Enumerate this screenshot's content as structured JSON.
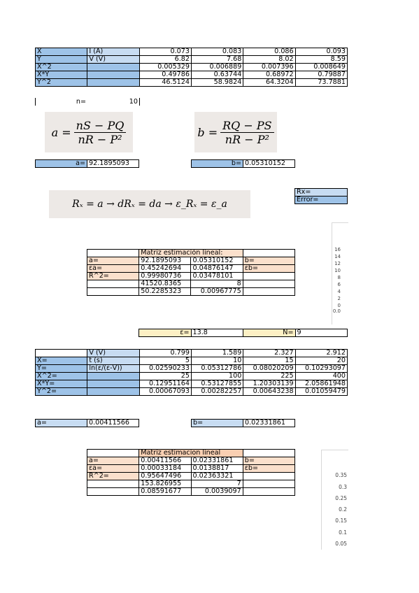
{
  "table1": {
    "rows": [
      {
        "label": "X",
        "sub": "I (A)",
        "vals": [
          "0.073",
          "0.083",
          "0.086",
          "0.093"
        ]
      },
      {
        "label": "Y",
        "sub": "V (V)",
        "vals": [
          "6.82",
          "7.68",
          "8.02",
          "8.59"
        ]
      },
      {
        "label": "X^2",
        "sub": "",
        "vals": [
          "0.005329",
          "0.006889",
          "0.007396",
          "0.008649"
        ]
      },
      {
        "label": "X*Y",
        "sub": "",
        "vals": [
          "0.49786",
          "0.63744",
          "0.68972",
          "0.79887"
        ]
      },
      {
        "label": "Y^2",
        "sub": "",
        "vals": [
          "46.5124",
          "58.9824",
          "64.3204",
          "73.7881"
        ]
      }
    ],
    "n_label": "n=",
    "n_value": "10"
  },
  "formulas": {
    "a_lhs": "a =",
    "a_num": "nS − PQ",
    "a_den": "nR − P²",
    "b_lhs": "b =",
    "b_num": "RQ − PS",
    "b_den": "nR − P²",
    "rx": "Rₓ = a → dRₓ = da → ε_Rₓ = ε_a"
  },
  "result1": {
    "a_label": "a=",
    "a_value": "92.1895093",
    "b_label": "b=",
    "b_value": "0.05310152"
  },
  "rx_box": {
    "rx_label": "Rx=",
    "error_label": "Error="
  },
  "chart1_ticks": [
    "16",
    "14",
    "12",
    "10",
    "8",
    "6",
    "4",
    "2",
    "0",
    "0.0"
  ],
  "matriz1": {
    "title": "Matriz estimación lineal:",
    "rows": [
      {
        "label": "a=",
        "v1": "92.1895093",
        "v2": "0.05310152",
        "r": "b="
      },
      {
        "label": "εa=",
        "v1": "0.45242694",
        "v2": "0.04876147",
        "r": "εb="
      },
      {
        "label": "R^2=",
        "v1": "0.99980736",
        "v2": "0.03478101",
        "r": ""
      },
      {
        "label": "",
        "v1": "41520.8365",
        "v2": "8",
        "r": ""
      },
      {
        "label": "",
        "v1": "50.2285323",
        "v2": "0.00967775",
        "r": ""
      }
    ]
  },
  "epsilon_row": {
    "eps_label": "ε=",
    "eps_value": "13.8",
    "n_label": "N=",
    "n_value": "9"
  },
  "table2": {
    "header": {
      "sub": "V (V)",
      "vals": [
        "0.799",
        "1.589",
        "2.327",
        "2.912"
      ]
    },
    "rows": [
      {
        "label": "X=",
        "sub": "t (s)",
        "vals": [
          "5",
          "10",
          "15",
          "20"
        ]
      },
      {
        "label": "Y=",
        "sub": "ln(ε/(ε-V))",
        "vals": [
          "0.02590233",
          "0.05312786",
          "0.08020209",
          "0.10293097"
        ]
      },
      {
        "label": "X^2=",
        "sub": "",
        "vals": [
          "25",
          "100",
          "225",
          "400"
        ]
      },
      {
        "label": "X*Y=",
        "sub": "",
        "vals": [
          "0.12951164",
          "0.53127855",
          "1.20303139",
          "2.05861948"
        ]
      },
      {
        "label": "Y^2=",
        "sub": "",
        "vals": [
          "0.00067093",
          "0.00282257",
          "0.00643238",
          "0.01059479"
        ]
      }
    ]
  },
  "result2": {
    "a_label": "a=",
    "a_value": "0.00411566",
    "b_label": "b=",
    "b_value": "0.02331861"
  },
  "matriz2": {
    "title": "Matriz estimacion lineal",
    "rows": [
      {
        "label": "a=",
        "v1": "0.00411566",
        "v2": "0.02331861",
        "r": "b="
      },
      {
        "label": "εa=",
        "v1": "0.00033184",
        "v2": "0.0138817",
        "r": "εb="
      },
      {
        "label": "R^2=",
        "v1": "0.95647496",
        "v2": "0.02363321",
        "r": ""
      },
      {
        "label": "",
        "v1": "153.826955",
        "v2": "7",
        "r": ""
      },
      {
        "label": "",
        "v1": "0.08591677",
        "v2": "0.0039097",
        "r": ""
      }
    ]
  },
  "chart2_ticks": [
    "0.35",
    "0.3",
    "0.25",
    "0.2",
    "0.15",
    "0.1",
    "0.05"
  ]
}
